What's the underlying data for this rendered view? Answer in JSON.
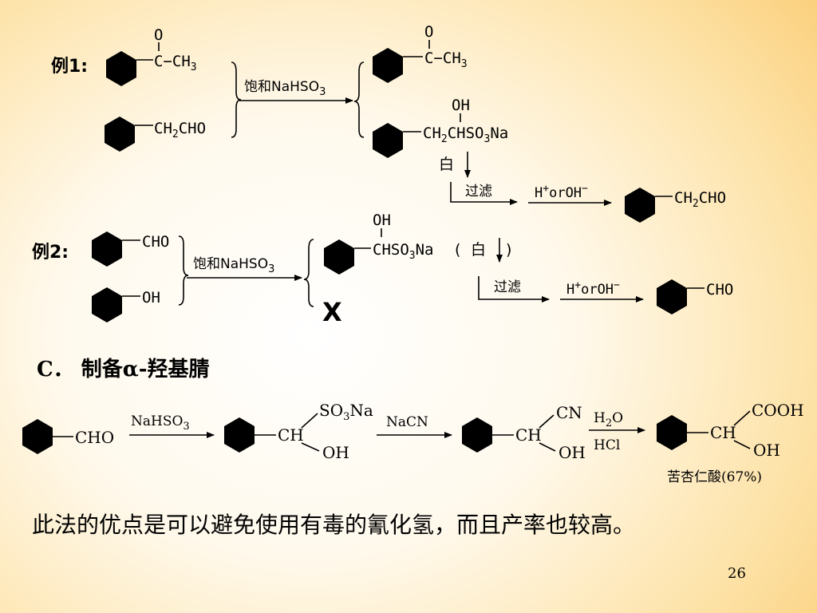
{
  "example1": {
    "label": "例1:",
    "acetophenone": {
      "carbonyl_O": "O",
      "group_prefix": "C−CH",
      "group_sub": "3"
    },
    "phenylacetaldehyde": {
      "g1": "CH",
      "g1_sub": "2",
      "g2": "CHO"
    },
    "reagent": {
      "prefix": "饱和NaHSO",
      "sub": "3"
    },
    "product_ketone": {
      "carbonyl_O": "O",
      "group_prefix": "C−CH",
      "group_sub": "3"
    },
    "adduct": {
      "oh": "OH",
      "p1": "CH",
      "s1": "2",
      "p2": "CHSO",
      "s2": "3",
      "p3": "Na"
    },
    "precipitate": "白",
    "filter": "过滤",
    "hydrolysis": {
      "h": "H",
      "plus": "+",
      "or": "or",
      "oh": "OH",
      "minus": "−"
    },
    "product": {
      "g1": "CH",
      "g1_sub": "2",
      "g2": "CHO"
    }
  },
  "example2": {
    "label": "例2:",
    "benzaldehyde_group": "CHO",
    "phenol_group": "OH",
    "reagent": {
      "prefix": "饱和NaHSO",
      "sub": "3"
    },
    "adduct": {
      "oh": "OH",
      "p1": "CHSO",
      "s1": "3",
      "p2": "Na",
      "paren_open": "(",
      "precipitate": "白",
      "paren_close": ")"
    },
    "x_mark": "X",
    "filter": "过滤",
    "hydrolysis": {
      "h": "H",
      "plus": "+",
      "or": "or",
      "oh": "OH",
      "minus": "−"
    },
    "product_group": "CHO"
  },
  "section_c": {
    "heading": "C． 制备α-羟基腈",
    "start_group": "CHO",
    "step1": {
      "prefix": "NaHSO",
      "sub": "3"
    },
    "int1": {
      "ch": "CH",
      "so3na_prefix": "SO",
      "so3na_sub": "3",
      "so3na_suffix": "Na",
      "oh": "OH"
    },
    "step2": "NaCN",
    "int2": {
      "ch": "CH",
      "cn": "CN",
      "oh": "OH"
    },
    "step3": {
      "top_prefix": "H",
      "top_sub": "2",
      "top_suffix": "O",
      "bottom": "HCl"
    },
    "product": {
      "ch": "CH",
      "cooh": "COOH",
      "oh": "OH"
    },
    "product_name": "苦杏仁酸(67%)"
  },
  "footer_text": "此法的优点是可以避免使用有毒的氰化氢，而且产率也较高。",
  "page_number": "26"
}
